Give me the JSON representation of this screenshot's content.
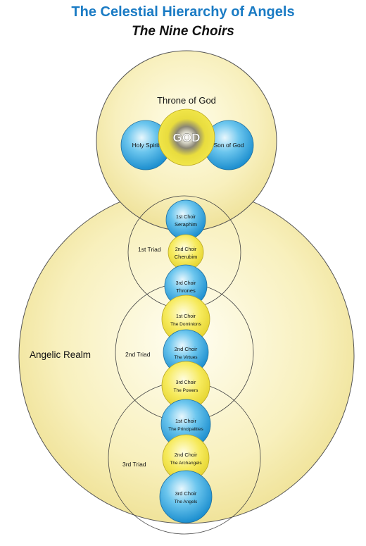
{
  "title": "The Celestial  Hierarchy of Angels",
  "subtitle": "The Nine Choirs",
  "throne": {
    "label": "Throne of God",
    "god": "GOD",
    "left": "Holy Spirit",
    "right": "Son of God"
  },
  "realm_label": "Angelic Realm",
  "triads": [
    {
      "label": "1st Triad",
      "choirs": [
        {
          "number": "1st Choir",
          "name": "Seraphim",
          "color": "blue"
        },
        {
          "number": "2nd Choir",
          "name": "Cherubim",
          "color": "yellow"
        },
        {
          "number": "3rd Choir",
          "name": "Thrones",
          "color": "blue"
        }
      ]
    },
    {
      "label": "2nd Triad",
      "choirs": [
        {
          "number": "1st Choir",
          "name": "The Dominions",
          "color": "yellow"
        },
        {
          "number": "2nd Choir",
          "name": "The Virtues",
          "color": "blue"
        },
        {
          "number": "3rd Choir",
          "name": "The Powers",
          "color": "yellow"
        }
      ]
    },
    {
      "label": "3rd Triad",
      "choirs": [
        {
          "number": "1st Choir",
          "name": "The Principalities",
          "color": "blue"
        },
        {
          "number": "2nd Choir",
          "name": "The Archangels",
          "color": "yellow"
        },
        {
          "number": "3rd Choir",
          "name": "The Angels",
          "color": "blue"
        }
      ]
    }
  ],
  "colors": {
    "title": "#1a7bc4",
    "realm_fill": "#f5eba6",
    "blue_sphere": "#2ea6de",
    "yellow_sphere": "#f2e34a",
    "outline": "#333333"
  }
}
